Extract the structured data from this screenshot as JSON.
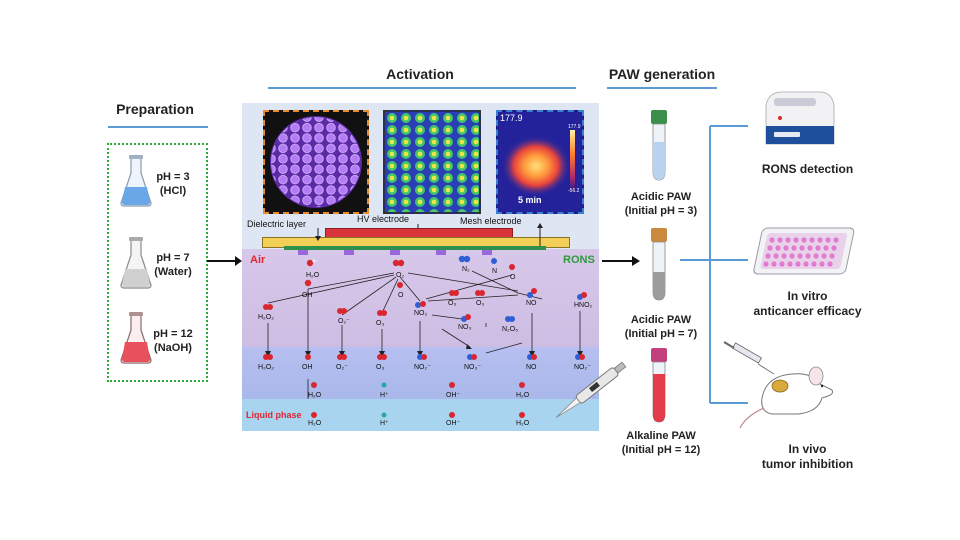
{
  "sections": {
    "preparation": "Preparation",
    "activation": "Activation",
    "paw_generation": "PAW generation"
  },
  "flasks": [
    {
      "ph": "pH = 3",
      "agent": "(HCl)",
      "color": "#6aa7e6"
    },
    {
      "ph": "pH = 7",
      "agent": "(Water)",
      "color": "#d0d0d0"
    },
    {
      "ph": "pH = 12",
      "agent": "(NaOH)",
      "color": "#e8505b"
    }
  ],
  "images": {
    "thermal_max": "177.9",
    "thermal_time": "5 min",
    "scale_top": "177.9",
    "scale_bottom": "-56.2"
  },
  "device_labels": {
    "dielectric": "Dielectric layer",
    "hv": "HV electrode",
    "mesh": "Mesh electrode",
    "air": "Air",
    "rons": "RONS",
    "liquid": "Liquid phase"
  },
  "species": {
    "h2o_top": "H₂O",
    "o2": "O₂",
    "n2": "N₂",
    "n": "N",
    "o": "O",
    "oh": "OH",
    "o_small": "O",
    "o3_mid": "O₃",
    "o3_mid2": "O₃",
    "no": "NO",
    "hno2": "HNO₂",
    "h2o2": "H₂O₂",
    "o2m": "O₂⁻",
    "o3": "O₃",
    "no2": "NO₂",
    "no3": "NO₃",
    "n2o5": "N₂O₅",
    "r_h2o2": "H₂O₂",
    "r_oh": "OH",
    "r_o2m": "O₂⁻",
    "r_o3": "O₃",
    "r_no2m": "NO₂⁻",
    "r_no3m": "NO₃⁻",
    "r_no": "NO",
    "r_no2m_b": "NO₂⁻",
    "w_h2o": "H₂O",
    "w_hp": "H⁺",
    "w_ohm": "OH⁻",
    "w_h2o_b": "H₂O",
    "l_h2o": "H₂O",
    "l_hp": "H⁺",
    "l_ohm": "OH⁻",
    "l_h2o_b": "H₂O"
  },
  "tubes": [
    {
      "label1": "Acidic PAW",
      "label2": "(Initial pH = 3)",
      "cap": "#3a8f4a",
      "liquid": "#b9d3ef"
    },
    {
      "label1": "Acidic PAW",
      "label2": "(Initial pH = 7)",
      "cap": "#c98a3e",
      "liquid": "#9c9c9c"
    },
    {
      "label1": "Alkaline PAW",
      "label2": "(Initial pH = 12)",
      "cap": "#c2417c",
      "liquid": "#e33b4a"
    }
  ],
  "apps": [
    {
      "line1": "RONS detection",
      "line2": ""
    },
    {
      "line1": "In vitro",
      "line2": "anticancer efficacy"
    },
    {
      "line1": "In vivo",
      "line2": "tumor inhibition"
    }
  ]
}
